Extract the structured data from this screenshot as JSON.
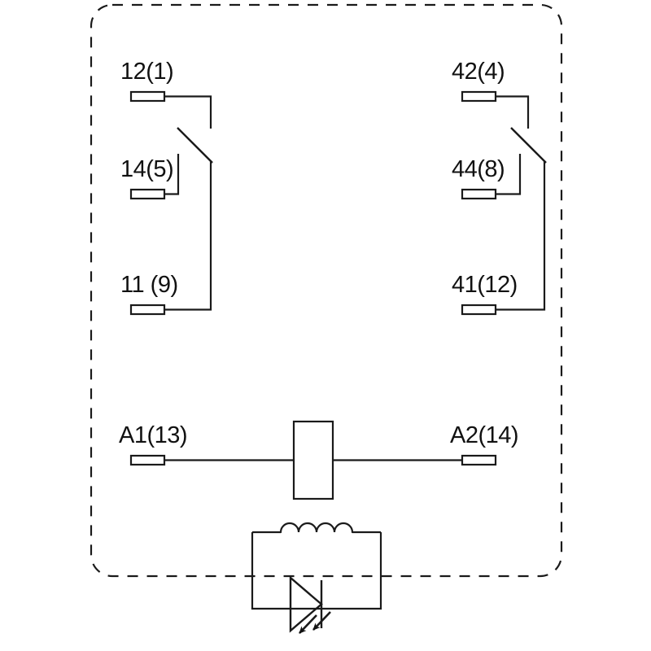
{
  "diagram": {
    "title": "Relay contact and coil schematic",
    "type": "electrical-schematic",
    "line_color": "#1a1a1a",
    "background_color": "#ffffff",
    "enclosure": {
      "style": "dashed-rounded-rectangle",
      "label": "relay-housing-boundary"
    }
  },
  "contacts": [
    {
      "id": "contact-left",
      "name": "changeover-contact-1",
      "common_terminal": {
        "code": "11 (9)",
        "role": "common"
      },
      "nc_terminal": {
        "code": "12(1)",
        "role": "normally-closed"
      },
      "no_terminal": {
        "code": "14(5)",
        "role": "normally-open"
      }
    },
    {
      "id": "contact-right",
      "name": "changeover-contact-2",
      "common_terminal": {
        "code": "41(12)",
        "role": "common"
      },
      "nc_terminal": {
        "code": "42(4)",
        "role": "normally-closed"
      },
      "no_terminal": {
        "code": "44(8)",
        "role": "normally-open"
      }
    }
  ],
  "coil": {
    "name": "relay-coil",
    "terminals": [
      {
        "code": "A1(13)",
        "side": "left"
      },
      {
        "code": "A2(14)",
        "side": "right"
      }
    ],
    "body": {
      "shape": "rectangle"
    },
    "inductor": {
      "arc_count": 4
    }
  },
  "indicator": {
    "name": "led-indicator",
    "type": "LED",
    "emission_arrows": 2
  }
}
